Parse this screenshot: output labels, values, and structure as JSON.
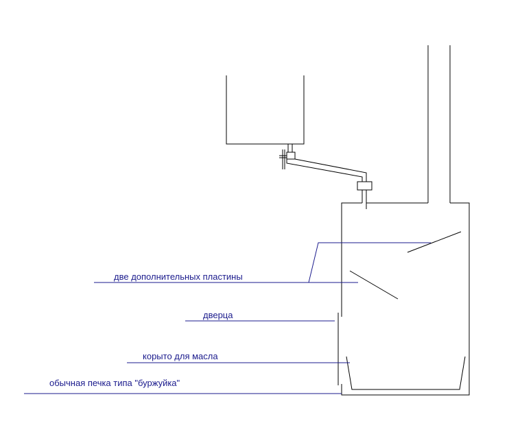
{
  "labels": {
    "plates": "две дополнительных пластины",
    "door": "дверца",
    "oil_tray": "корыто для масла",
    "stove": "обычная печка типа \"буржуйка\""
  },
  "colors": {
    "drawing": "#000000",
    "leader": "#1a1a8c",
    "background": "#ffffff"
  }
}
